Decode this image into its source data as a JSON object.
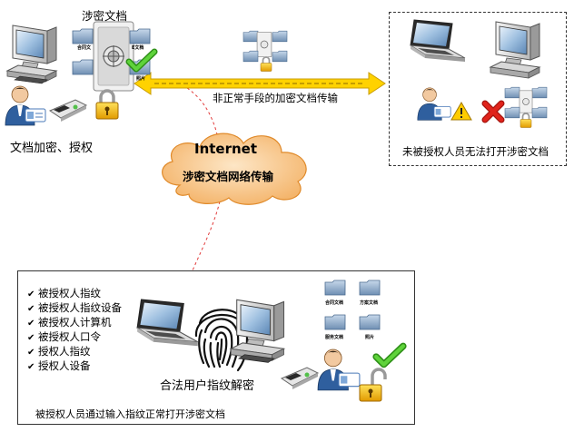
{
  "labels": {
    "secret_docs": "涉密文档",
    "encrypt_authorize": "文档加密、授权",
    "abnormal_transfer": "非正常手段的加密文档传输",
    "unauthorized_cannot_open": "未被授权人员无法打开涉密文档",
    "internet": "Internet",
    "network_transfer": "涉密文档网络传输",
    "legit_decrypt": "合法用户指纹解密",
    "authorized_open": "被授权人员通过输入指纹正常打开涉密文档"
  },
  "checklist": [
    "被授权人指纹",
    "被授权人指纹设备",
    "被授权人计算机",
    "被授权人口令",
    "授权人指纹",
    "授权人设备"
  ],
  "folder_labels": {
    "contract": "合同文",
    "contract_full": "合同文档",
    "plan": "方案文档",
    "service": "服务文档",
    "photo": "照片",
    "doc_suffix": "E文档"
  },
  "colors": {
    "arrow_yellow": "#ffd200",
    "cloud_fill": "#f8c98f",
    "check_green": "#3cb21f",
    "cross_red": "#e0231b",
    "lock_gold": "#f0b400",
    "warning_yellow": "#ffcc00",
    "folder_blue": "#6f8fb3"
  }
}
